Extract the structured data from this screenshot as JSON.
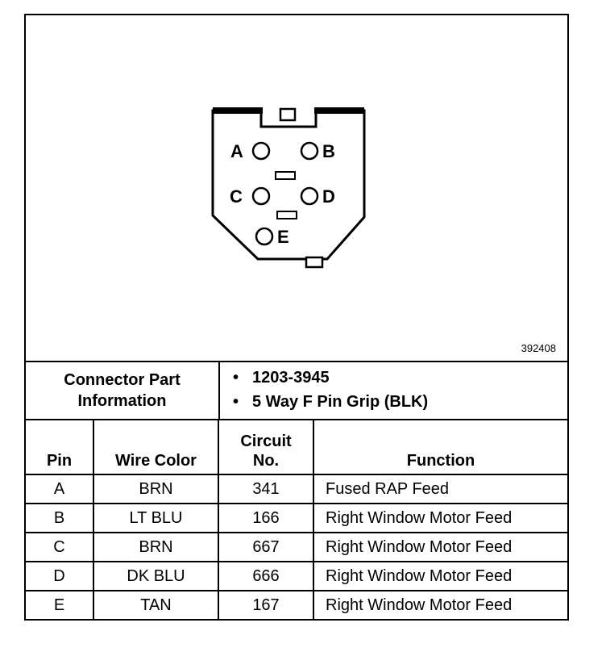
{
  "figure_number": "392408",
  "pin_letters": [
    "A",
    "B",
    "C",
    "D",
    "E"
  ],
  "connector_info": {
    "label_line1": "Connector Part",
    "label_line2": "Information",
    "items": [
      "1203-3945",
      "5 Way F Pin Grip (BLK)"
    ]
  },
  "table": {
    "headers": {
      "pin": "Pin",
      "wire_color": "Wire Color",
      "circuit_line1": "Circuit",
      "circuit_line2": "No.",
      "function": "Function"
    },
    "rows": [
      {
        "pin": "A",
        "wire_color": "BRN",
        "circuit": "341",
        "function": "Fused RAP Feed"
      },
      {
        "pin": "B",
        "wire_color": "LT BLU",
        "circuit": "166",
        "function": "Right Window Motor Feed"
      },
      {
        "pin": "C",
        "wire_color": "BRN",
        "circuit": "667",
        "function": "Right Window Motor Feed"
      },
      {
        "pin": "D",
        "wire_color": "DK BLU",
        "circuit": "666",
        "function": "Right Window Motor Feed"
      },
      {
        "pin": "E",
        "wire_color": "TAN",
        "circuit": "167",
        "function": "Right Window Motor Feed"
      }
    ]
  }
}
